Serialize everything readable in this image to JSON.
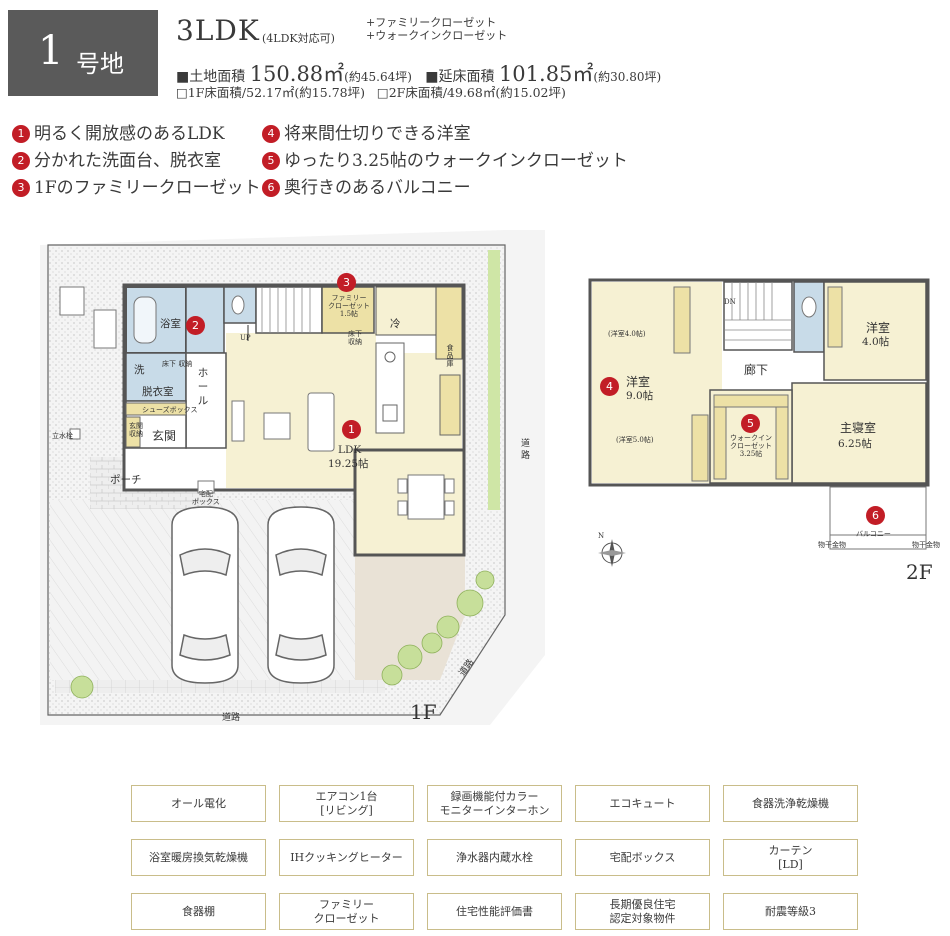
{
  "header": {
    "lot_number": "1",
    "lot_suffix": "号地",
    "layout": "3LDK",
    "layout_note": "(4LDK対応可)",
    "options": [
      "+ファミリークローゼット",
      "+ウォークインクローゼット"
    ],
    "land_area_label": "■土地面積",
    "land_area": "150.88㎡",
    "land_area_tsubo": "(約45.64坪)",
    "floor_area_label": "■延床面積",
    "floor_area": "101.85㎡",
    "floor_area_tsubo": "(約30.80坪)",
    "floor1_area": "□1F床面積/52.17㎡(約15.78坪)",
    "floor2_area": "□2F床面積/49.68㎡(約15.02坪)"
  },
  "features": [
    {
      "num": "1",
      "text": "明るく開放感のあるLDK"
    },
    {
      "num": "2",
      "text": "分かれた洗面台、脱衣室"
    },
    {
      "num": "3",
      "text": "1Fのファミリークローゼット"
    },
    {
      "num": "4",
      "text": "将来間仕切りできる洋室"
    },
    {
      "num": "5",
      "text": "ゆったり3.25帖のウォークインクローゼット"
    },
    {
      "num": "6",
      "text": "奥行きのあるバルコニー"
    }
  ],
  "plan1f": {
    "bath": "浴室",
    "wash": "洗",
    "dressing": "脱衣室",
    "underfloor": "床下\n収納",
    "hall": "ホール",
    "up": "UP",
    "shoe_box": "シューズボックス",
    "entrance": "玄関",
    "coat": "玄関\n収納",
    "faucet": "立水栓",
    "porch": "ポーチ",
    "delivery_box": "宅配\nボックス",
    "fc": "ファミリー\nクローゼット\n1.5帖",
    "underfloor2": "床下\n収納",
    "fridge": "冷",
    "pantry": "食品庫",
    "ldk": "LDK",
    "ldk_size": "19.25帖",
    "road_east": "道\n路",
    "road_south": "道路",
    "road_corner": "道路",
    "floor_tag": "1F"
  },
  "plan2f": {
    "dn": "DN",
    "room1": "(洋室4.0帖)",
    "room2": "(洋室5.0帖)",
    "western": "洋室",
    "western_size": "9.0帖",
    "corridor": "廊下",
    "room_4": "洋室",
    "room_4_size": "4.0帖",
    "master": "主寝室",
    "master_size": "6.25帖",
    "wic": "ウォークイン\nクローゼット\n3.25帖",
    "balcony": "バルコニー",
    "hanger_l": "物干金物",
    "hanger_r": "物干金物",
    "north": "N",
    "floor_tag": "2F"
  },
  "equipment": [
    "オール電化",
    "エアコン1台\n[リビング]",
    "録画機能付カラー\nモニターインターホン",
    "エコキュート",
    "食器洗浄乾燥機",
    "浴室暖房換気乾燥機",
    "IHクッキングヒーター",
    "浄水器内蔵水栓",
    "宅配ボックス",
    "カーテン\n[LD]",
    "食器棚",
    "ファミリー\nクローゼット",
    "住宅性能評価書",
    "長期優良住宅\n認定対象物件",
    "耐震等級3"
  ],
  "colors": {
    "badge": "#5a5a5a",
    "marker": "#c21d26",
    "room_floor": "#f6f1d3",
    "wall": "#555555",
    "bath": "#c8dbe8",
    "closet": "#ede1a6",
    "equip_border": "#c9bd8a"
  }
}
